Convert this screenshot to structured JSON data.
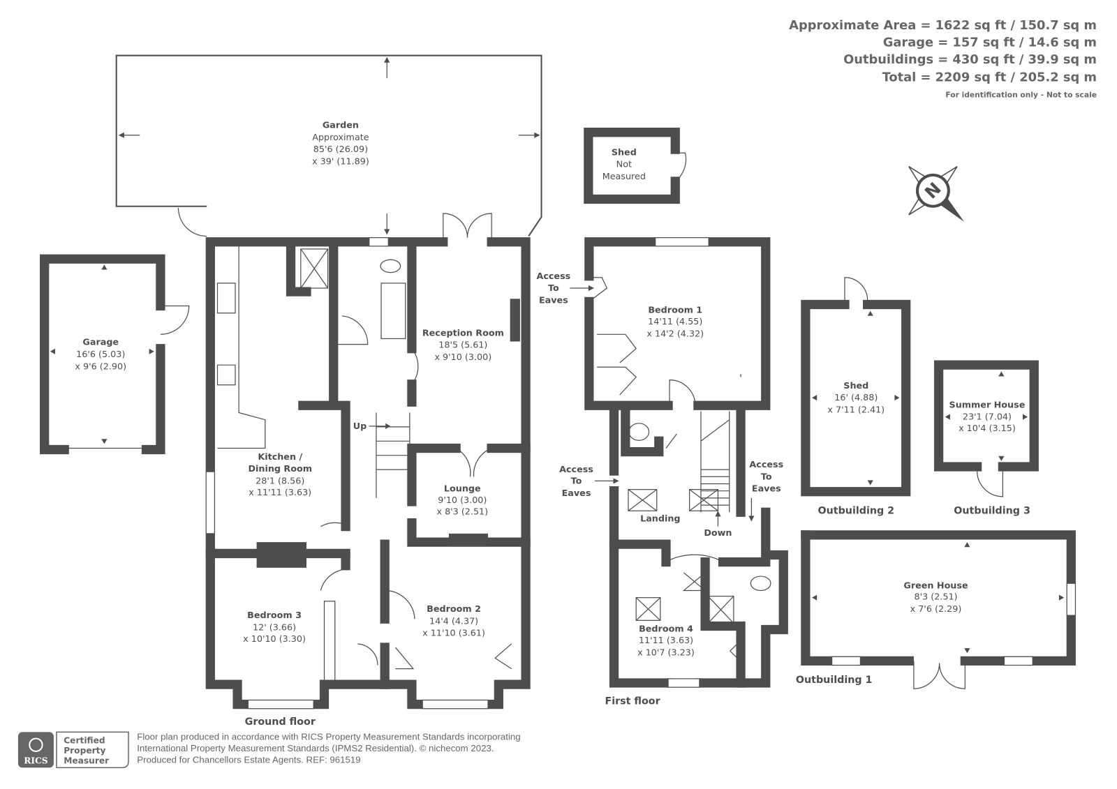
{
  "areas": {
    "approximate": "Approximate Area = 1622 sq ft / 150.7 sq m",
    "garage": "Garage = 157 sq ft / 14.6 sq m",
    "outbuildings": "Outbuildings = 430 sq ft / 39.9 sq m",
    "total": "Total = 2209 sq ft / 205.2 sq m",
    "note": "For identification only - Not to scale"
  },
  "compass": {
    "label": "N"
  },
  "rooms": {
    "garden": {
      "name": "Garden",
      "line1": "Approximate",
      "line2": "85'6 (26.09)",
      "line3": "x 39' (11.89)"
    },
    "garage": {
      "name": "Garage",
      "line1": "16'6 (5.03)",
      "line2": "x 9'6 (2.90)"
    },
    "shed_small": {
      "name": "Shed",
      "line1": "Not",
      "line2": "Measured"
    },
    "kitchen": {
      "name1": "Kitchen /",
      "name2": "Dining Room",
      "line1": "28'1 (8.56)",
      "line2": "x 11'11 (3.63)"
    },
    "reception": {
      "name": "Reception Room",
      "line1": "18'5 (5.61)",
      "line2": "x 9'10 (3.00)"
    },
    "lounge": {
      "name": "Lounge",
      "line1": "9'10 (3.00)",
      "line2": "x 8'3 (2.51)"
    },
    "bedroom3": {
      "name": "Bedroom 3",
      "line1": "12' (3.66)",
      "line2": "x 10'10 (3.30)"
    },
    "bedroom2": {
      "name": "Bedroom 2",
      "line1": "14'4 (4.37)",
      "line2": "x 11'10 (3.61)"
    },
    "bedroom1": {
      "name": "Bedroom 1",
      "line1": "14'11 (4.55)",
      "line2": "x 14'2 (4.32)"
    },
    "bedroom4": {
      "name": "Bedroom 4",
      "line1": "11'11 (3.63)",
      "line2": "x 10'7 (3.23)"
    },
    "landing": {
      "name": "Landing"
    },
    "shed": {
      "name": "Shed",
      "line1": "16' (4.88)",
      "line2": "x 7'11 (2.41)"
    },
    "summer_house": {
      "name": "Summer House",
      "line1": "23'1 (7.04)",
      "line2": "x 10'4 (3.15)"
    },
    "green_house": {
      "name": "Green House",
      "line1": "8'3 (2.51)",
      "line2": "x 7'6 (2.29)"
    }
  },
  "annotations": {
    "up": "Up",
    "down": "Down",
    "eaves": [
      "Access",
      "To",
      "Eaves"
    ]
  },
  "floor_labels": {
    "ground": "Ground floor",
    "first": "First floor",
    "outbuilding1": "Outbuilding 1",
    "outbuilding2": "Outbuilding 2",
    "outbuilding3": "Outbuilding 3"
  },
  "footer": {
    "badge": {
      "org": "RICS",
      "line1": "Certified",
      "line2": "Property",
      "line3": "Measurer"
    },
    "line1": "Floor plan produced in accordance with RICS Property Measurement Standards incorporating",
    "line2": "International Property Measurement Standards (IPMS2 Residential).   © nichecom 2023.",
    "line3": "Produced for Chancellors Estate Agents.   REF: 961519"
  },
  "colors": {
    "wall": "#4d4d4d",
    "text": "#666666"
  }
}
